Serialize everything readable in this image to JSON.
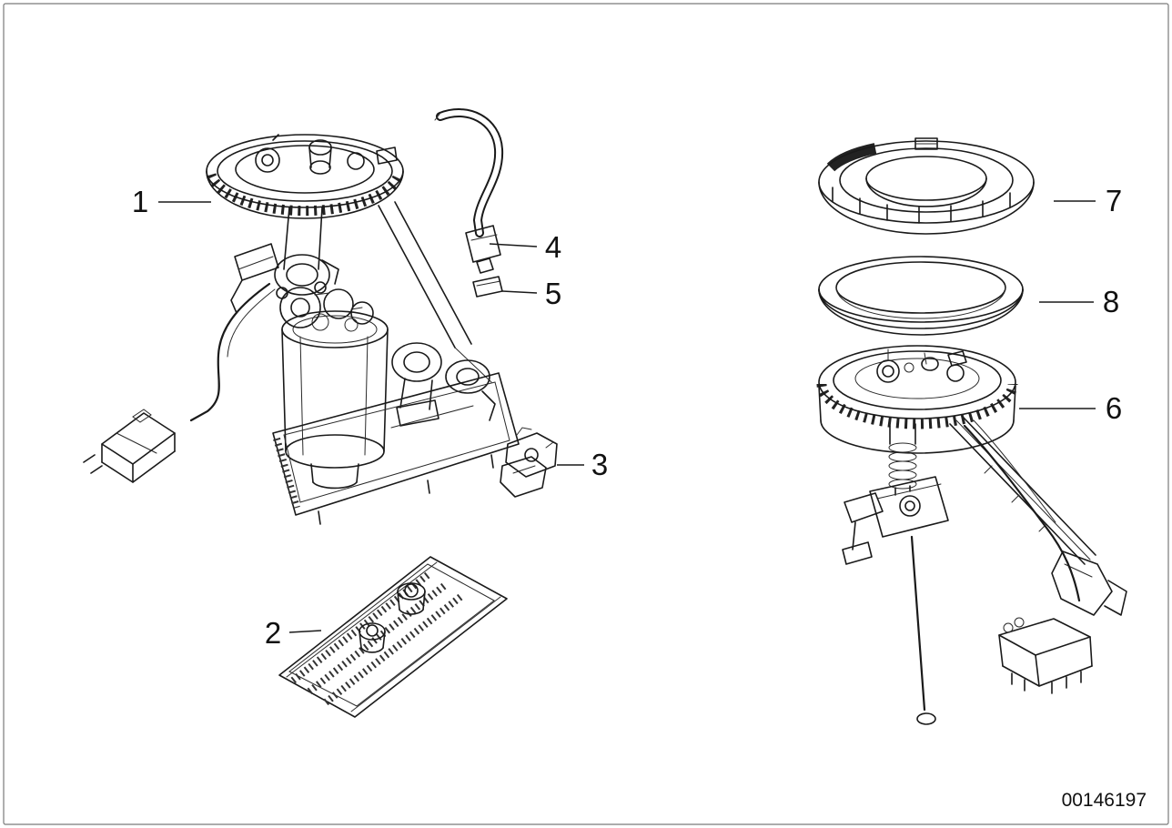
{
  "diagram": {
    "description": "Exploded parts diagram: fuel pump unit (left) and fuel level sensor (right)",
    "callouts": [
      "1",
      "2",
      "3",
      "4",
      "5",
      "6",
      "7",
      "8"
    ],
    "doc_number": "00146197",
    "colors": {
      "line": "#1a1a1a",
      "frame_border": "#7a7a7a",
      "background": "#ffffff"
    }
  }
}
